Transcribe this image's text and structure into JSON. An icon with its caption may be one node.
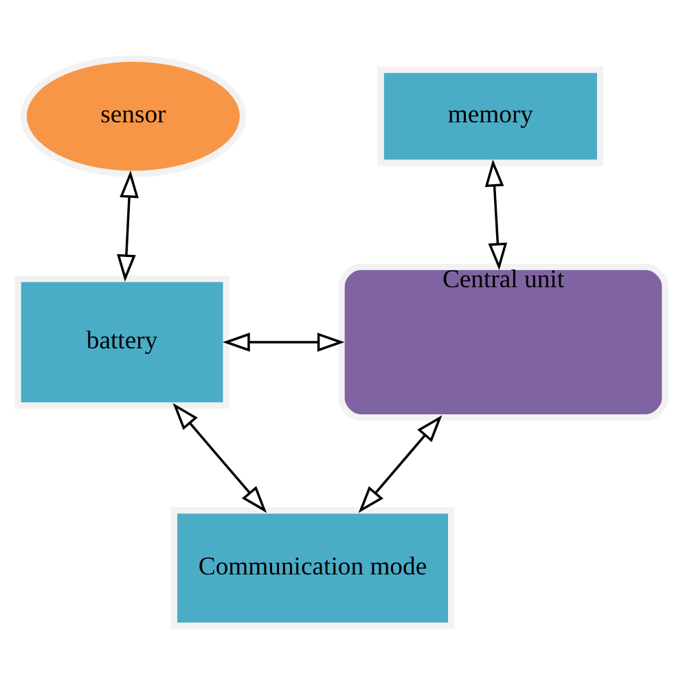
{
  "diagram": {
    "nodes": [
      {
        "text": [
          "sensor"
        ]
      },
      {
        "text": [
          "memory"
        ]
      },
      {
        "text": [
          "Central unit"
        ]
      },
      {
        "text": [
          "battery"
        ]
      },
      {
        "text": [
          "Communication mode"
        ]
      }
    ],
    "edges": [
      {
        "from": 0,
        "to": 3,
        "arrow": "both"
      },
      {
        "from": 1,
        "to": 2,
        "arrow": "both"
      },
      {
        "from": 3,
        "to": 2,
        "arrow": "both"
      },
      {
        "from": 2,
        "to": 4,
        "arrow": "both"
      },
      {
        "from": 3,
        "to": 4,
        "arrow": "both"
      }
    ]
  }
}
